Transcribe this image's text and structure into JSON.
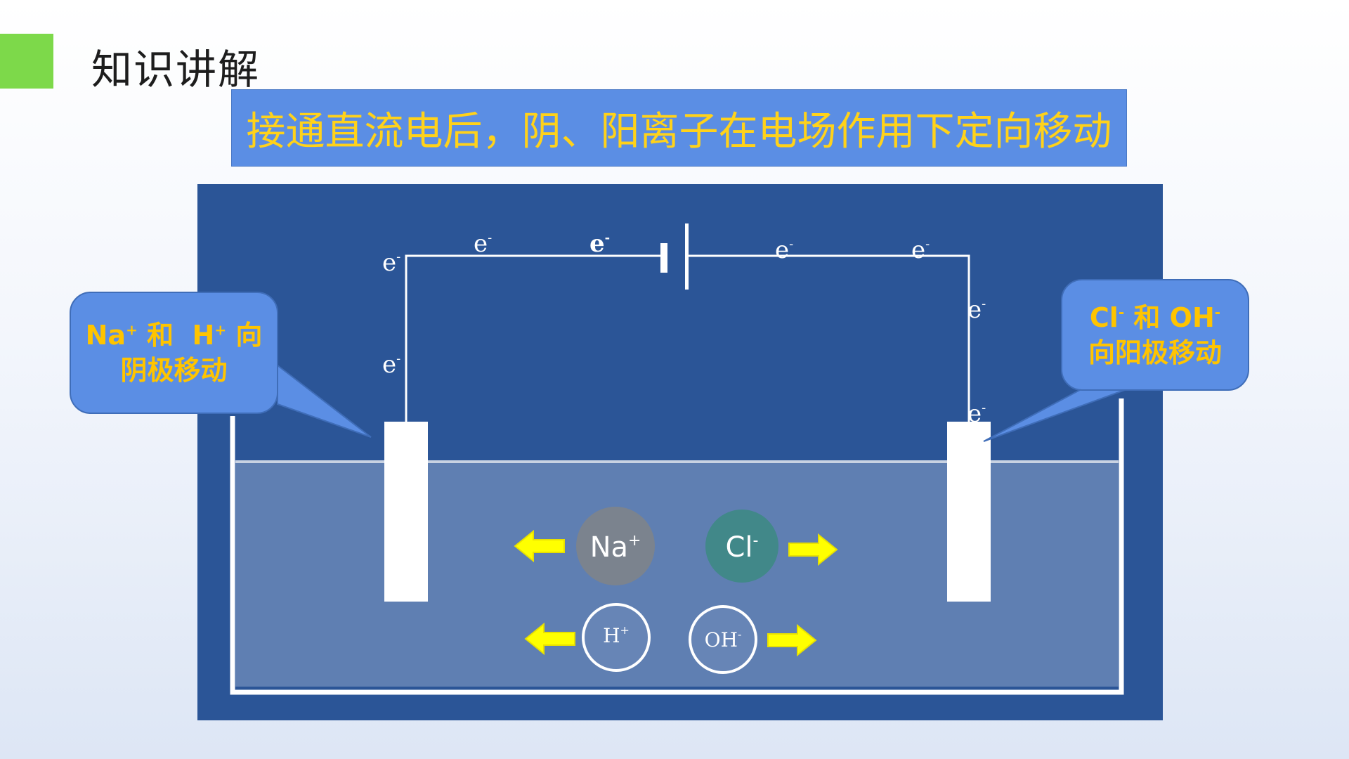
{
  "slide": {
    "section_title": "知识讲解",
    "banner_text": "接通直流电后，阴、阳离子在电场作用下定向移动"
  },
  "callouts": {
    "left": {
      "line1_na": "Na",
      "line1_na_charge": "+",
      "line1_and": "和",
      "line1_h": "H",
      "line1_h_charge": "+",
      "line1_dir": "向",
      "line2": "阴极移动"
    },
    "right": {
      "line1_cl": "Cl",
      "line1_cl_charge": "-",
      "line1_and": "和",
      "line1_oh": "OH",
      "line1_oh_charge": "-",
      "line2": "向阳极移动"
    }
  },
  "electrons": {
    "label": "e",
    "charge": "-"
  },
  "ions": {
    "na": {
      "symbol": "Na",
      "charge": "+"
    },
    "cl": {
      "symbol": "Cl",
      "charge": "-"
    },
    "h": {
      "symbol": "H",
      "charge": "+"
    },
    "oh": {
      "symbol": "OH",
      "charge": "-"
    }
  },
  "colors": {
    "accent_green": "#7dd94a",
    "banner_blue": "#5b8ee4",
    "banner_text": "#ffd21a",
    "diagram_bg": "#2b5597",
    "solution": "#5f7fb2",
    "callout_text": "#ffc400",
    "arrow_yellow": "#ffff00"
  }
}
